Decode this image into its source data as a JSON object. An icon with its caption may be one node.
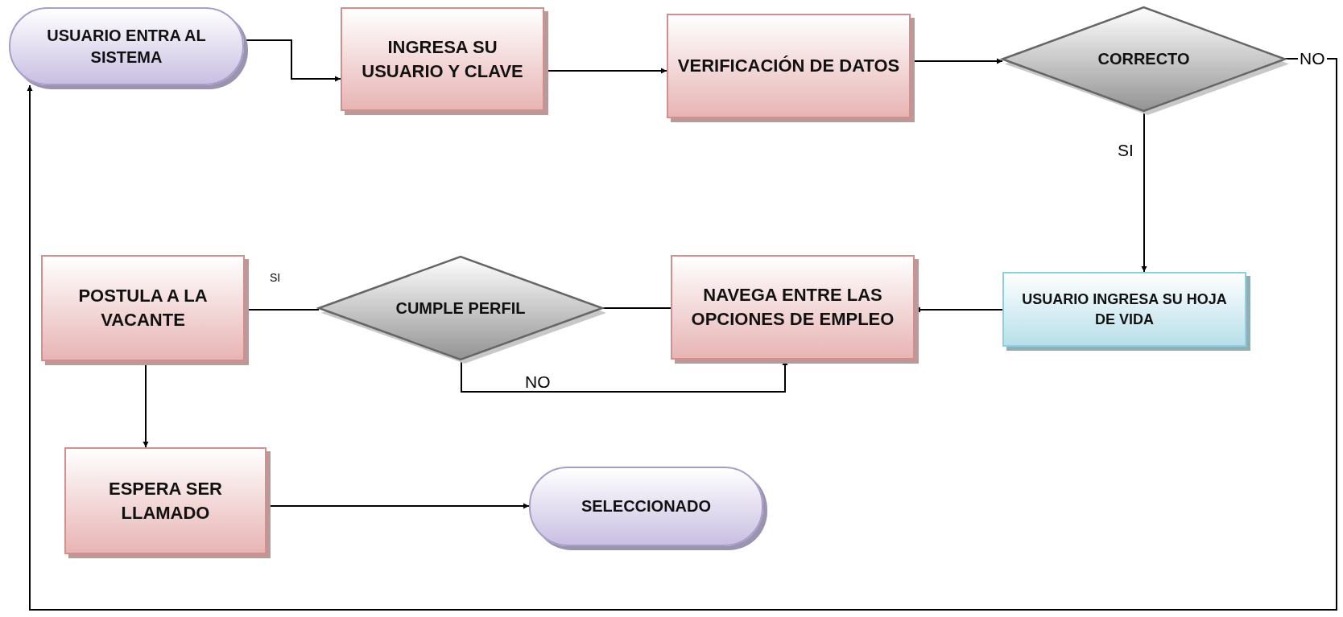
{
  "diagram": {
    "nodes": [
      {
        "text": [
          "USUARIO ENTRA AL SISTEMA"
        ]
      },
      {
        "text": [
          "INGRESA SU USUARIO Y CLAVE"
        ]
      },
      {
        "text": [
          "VERIFICACIÓN DE DATOS"
        ]
      },
      {
        "text": [
          "CORRECTO"
        ]
      },
      {
        "text": [
          "USUARIO INGRESA SU HOJA DE VIDA"
        ]
      },
      {
        "text": [
          "NAVEGA ENTRE LAS OPCIONES DE EMPLEO"
        ]
      },
      {
        "text": [
          "CUMPLE PERFIL"
        ]
      },
      {
        "text": [
          "POSTULA A LA VACANTE"
        ]
      },
      {
        "text": [
          "ESPERA SER LLAMADO"
        ]
      },
      {
        "text": [
          "SELECCIONADO"
        ]
      }
    ],
    "edges": [
      {
        "from": 0,
        "to": 1,
        "arrow": "to"
      },
      {
        "from": 1,
        "to": 2,
        "arrow": "to"
      },
      {
        "from": 2,
        "to": 3,
        "arrow": "to"
      },
      {
        "from": 3,
        "to": 4,
        "arrow": "to",
        "label": "SI"
      },
      {
        "from": 4,
        "to": 5,
        "arrow": "to"
      },
      {
        "from": 5,
        "to": 6,
        "arrow": "none"
      },
      {
        "from": 6,
        "to": 7,
        "arrow": "none",
        "label": "SI"
      },
      {
        "from": 6,
        "to": 5,
        "arrow": "to",
        "label": "NO"
      },
      {
        "from": 7,
        "to": 8,
        "arrow": "to"
      },
      {
        "from": 8,
        "to": 9,
        "arrow": "to"
      },
      {
        "from": 3,
        "to": 0,
        "arrow": "to",
        "label": "NO"
      }
    ]
  }
}
